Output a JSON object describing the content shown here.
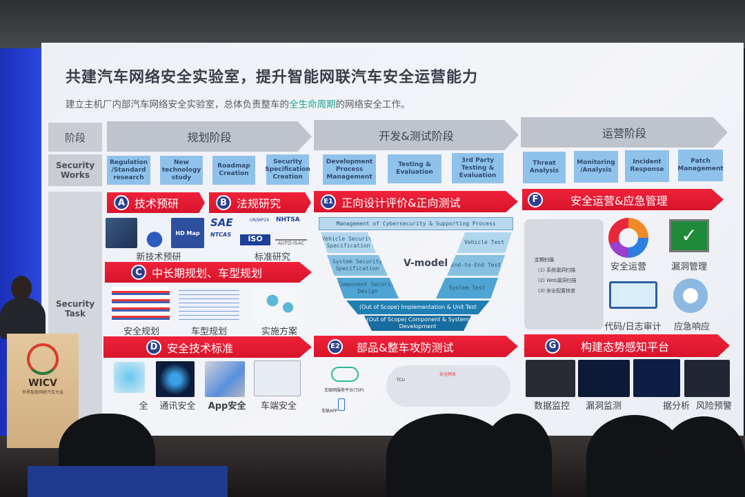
{
  "slide": {
    "title": "共建汽车网络安全实验室，提升智能网联汽车安全运营能力",
    "subtitle_pre": "建立主机厂内部汽车网络安全实验室，总体负责整车的",
    "subtitle_hl": "全生命周期",
    "subtitle_post": "的网络安全工作。",
    "row_labels": {
      "stage": "阶段",
      "works": "Security Works",
      "task": "Security Task"
    },
    "phases": [
      "规划阶段",
      "开发&测试阶段",
      "运营阶段"
    ],
    "works_planning": [
      "Regulation /Standard research",
      "New technology study",
      "Roadmap Creation",
      "Security Specification Creation"
    ],
    "works_dev": [
      "Development Process Management",
      "Testing & Evaluation",
      "3rd Party Testing & Evaluation"
    ],
    "works_ops": [
      "Threat Analysis",
      "Monitoring /Analysis",
      "Incident Response",
      "Patch Management"
    ],
    "tasks": {
      "A": {
        "badge": "A",
        "title": "技术预研",
        "items": [
          "新技术预研"
        ],
        "img_text": "HD Map"
      },
      "B": {
        "badge": "B",
        "title": "法规研究",
        "items": [
          "标准研究"
        ],
        "logos": [
          "SAE",
          "UN/WP29",
          "NHTSA",
          "NTCAS",
          "ISO",
          "AUTO-ISAC"
        ]
      },
      "C": {
        "badge": "C",
        "title": "中长期规划、车型规划",
        "items": [
          "安全规划",
          "车型规划",
          "实施方案"
        ]
      },
      "D": {
        "badge": "D",
        "title": "安全技术标准",
        "items": [
          "全",
          "通讯安全",
          "App安全",
          "车端安全"
        ]
      },
      "E1": {
        "badge": "E1",
        "title": "正向设计评价&正向测试"
      },
      "E2": {
        "badge": "E2",
        "title": "部品&整车攻防测试",
        "diagram_labels": [
          "车联网服务平台(TSP)",
          "车联APP",
          "TCU",
          "安全网关"
        ]
      },
      "F": {
        "badge": "F",
        "title": "安全运营&应急管理",
        "scan_title": "定期扫描",
        "scan_items": [
          "(1) 系统漏洞扫描",
          "(2) Web漏洞扫描",
          "(3) 安全配置核查"
        ],
        "items": [
          "安全运营",
          "漏洞管理",
          "代码/日志审计",
          "应急响应"
        ]
      },
      "G": {
        "badge": "G",
        "title": "构建态势感知平台",
        "items": [
          "数据监控",
          "漏洞监测",
          "据分析",
          "风险预警"
        ]
      }
    },
    "vmodel": {
      "label": "V-model",
      "top": "Management of Cybersecurity & Supporting Process",
      "left": [
        "Vehicle Security Specification",
        "System Security Specification",
        "Component Security Design"
      ],
      "right": [
        "Vehicle Test",
        "End-to-End Test",
        "System Test"
      ],
      "bottom": [
        "(Out of Scope) Implementation & Unit Test",
        "(Out of Scope) Component & System Development"
      ]
    }
  },
  "podium": {
    "logo": "WICV",
    "sub": "世界智能网联汽车大会"
  },
  "colors": {
    "red": "#e81c33",
    "blue_box": "#8fc2ea",
    "badge": "#2b3f8f",
    "gray": "#c9ccd3"
  }
}
